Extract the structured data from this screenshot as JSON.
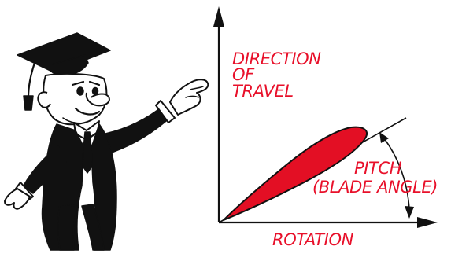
{
  "labels": {
    "direction_line1": "DIRECTION",
    "direction_line2": "OF",
    "direction_line3": "TRAVEL",
    "pitch_line1": "PITCH",
    "pitch_line2": "(BLADE ANGLE)",
    "rotation": "ROTATION"
  },
  "colors": {
    "label_red": "#e8102a",
    "blade_red": "#e30f24",
    "ink": "#111111"
  },
  "icons": {
    "presenter": "professor-cartoon-icon",
    "blade": "airfoil-blade-icon"
  }
}
